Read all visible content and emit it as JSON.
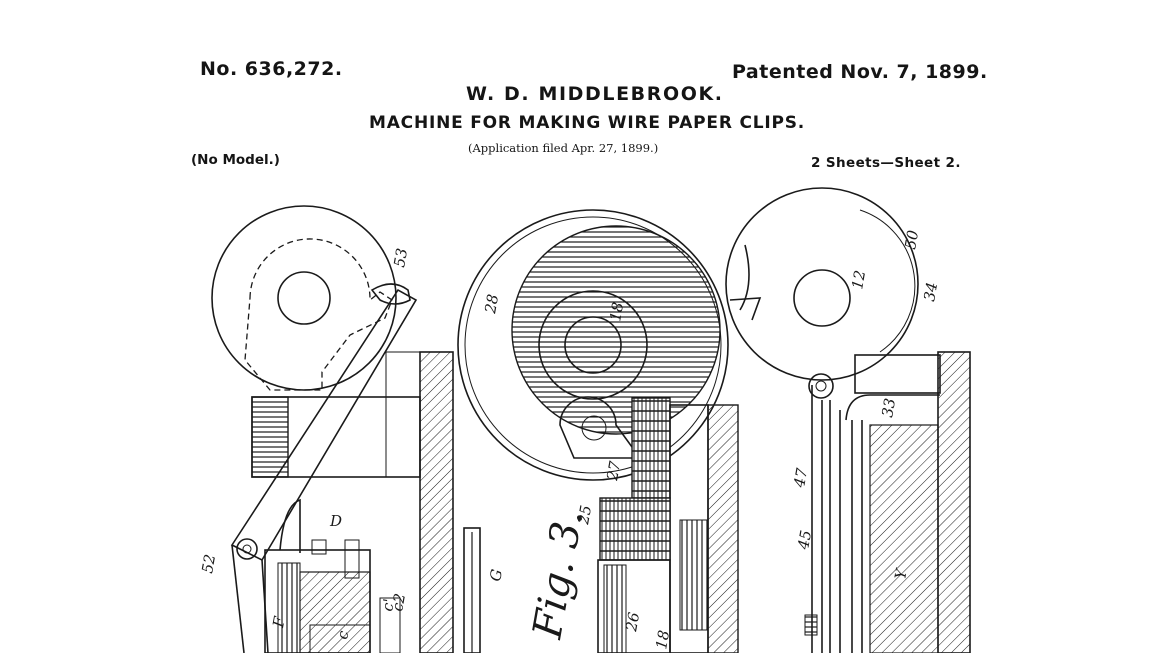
{
  "header": {
    "patent_number": "No. 636,272.",
    "patent_date": "Patented Nov. 7, 1899.",
    "inventor": "W. D. MIDDLEBROOK.",
    "title": "MACHINE FOR MAKING WIRE PAPER CLIPS.",
    "application": "(Application filed Apr. 27, 1899.)",
    "model_note": "(No Model.)",
    "sheet": "2 Sheets—Sheet 2."
  },
  "drawing": {
    "figure_label": "Fig. 3.",
    "reference_labels": [
      "53",
      "52",
      "D",
      "F",
      "c",
      "c'",
      "c2",
      "28",
      "18",
      "27",
      "25",
      "26",
      "G",
      "50",
      "12",
      "34",
      "33",
      "47",
      "45",
      "Y",
      "18"
    ]
  }
}
